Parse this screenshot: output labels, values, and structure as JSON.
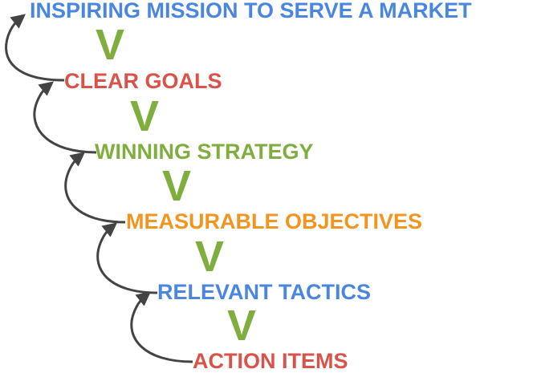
{
  "colors": {
    "blue": "#4a86e0",
    "red": "#d9534a",
    "green": "#7fae3f",
    "orange": "#f2951f",
    "arrow": "#444444",
    "v_mark": "#7fae3f"
  },
  "levels": [
    {
      "label": "INSPIRING MISSION TO SERVE A MARKET",
      "color": "blue"
    },
    {
      "label": "CLEAR GOALS",
      "color": "red"
    },
    {
      "label": "WINNING STRATEGY",
      "color": "green"
    },
    {
      "label": "MEASURABLE OBJECTIVES",
      "color": "orange"
    },
    {
      "label": "RELEVANT TACTICS",
      "color": "blue"
    },
    {
      "label": "ACTION ITEMS",
      "color": "red"
    }
  ],
  "connector_glyph": "V",
  "connector_icon": "chevron-down-icon",
  "arrow_icon": "curved-arrow-up-icon"
}
